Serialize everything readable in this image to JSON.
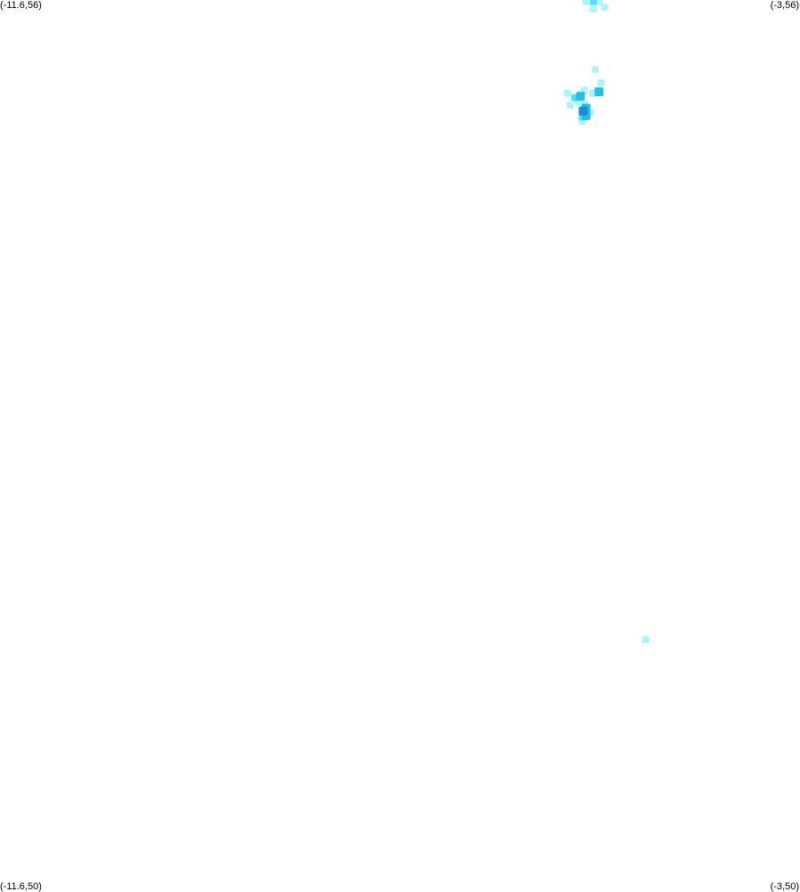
{
  "corners": {
    "top_left": "(-11.6,56)",
    "top_right": "(-3,56)",
    "bottom_left": "(-11.6,50)",
    "bottom_right": "(-3,50)"
  },
  "extent": {
    "lon_min": -11.6,
    "lon_max": -3,
    "lat_min": 50,
    "lat_max": 56
  },
  "colors": {
    "background": "#ffffff",
    "low": "#aaf4fa",
    "mid": "#55ddf2",
    "mid_high": "#22bfe6",
    "high": "#1a8ad8",
    "peak": "#0f6bc4"
  },
  "chart_data": {
    "type": "heatmap",
    "cells": [
      {
        "lon": -5.3,
        "lat": 55.99,
        "level": 1
      },
      {
        "lon": -5.22,
        "lat": 55.99,
        "level": 2
      },
      {
        "lon": -5.16,
        "lat": 55.99,
        "level": 1
      },
      {
        "lon": -5.22,
        "lat": 55.94,
        "level": 1
      },
      {
        "lon": -5.1,
        "lat": 55.95,
        "level": 1
      },
      {
        "lon": -5.2,
        "lat": 55.53,
        "level": 1
      },
      {
        "lon": -5.5,
        "lat": 55.37,
        "level": 1
      },
      {
        "lon": -5.42,
        "lat": 55.34,
        "level": 2
      },
      {
        "lon": -5.32,
        "lat": 55.39,
        "level": 1
      },
      {
        "lon": -5.23,
        "lat": 55.37,
        "level": 1
      },
      {
        "lon": -5.47,
        "lat": 55.29,
        "level": 1
      },
      {
        "lon": -5.36,
        "lat": 55.35,
        "level": 3
      },
      {
        "lon": -5.38,
        "lat": 55.31,
        "level": 1
      },
      {
        "lon": -5.32,
        "lat": 55.3,
        "level": 1
      },
      {
        "lon": -5.33,
        "lat": 55.25,
        "level": 4
      },
      {
        "lon": -5.3,
        "lat": 55.27,
        "level": 3
      },
      {
        "lon": -5.25,
        "lat": 55.24,
        "level": 1
      },
      {
        "lon": -5.34,
        "lat": 55.18,
        "level": 1
      },
      {
        "lon": -5.3,
        "lat": 55.22,
        "level": 3
      },
      {
        "lon": -5.34,
        "lat": 55.21,
        "level": 2
      },
      {
        "lon": -5.16,
        "lat": 55.38,
        "level": 3
      },
      {
        "lon": -5.14,
        "lat": 55.44,
        "level": 1
      },
      {
        "lon": -4.66,
        "lat": 51.68,
        "level": 1
      }
    ]
  }
}
